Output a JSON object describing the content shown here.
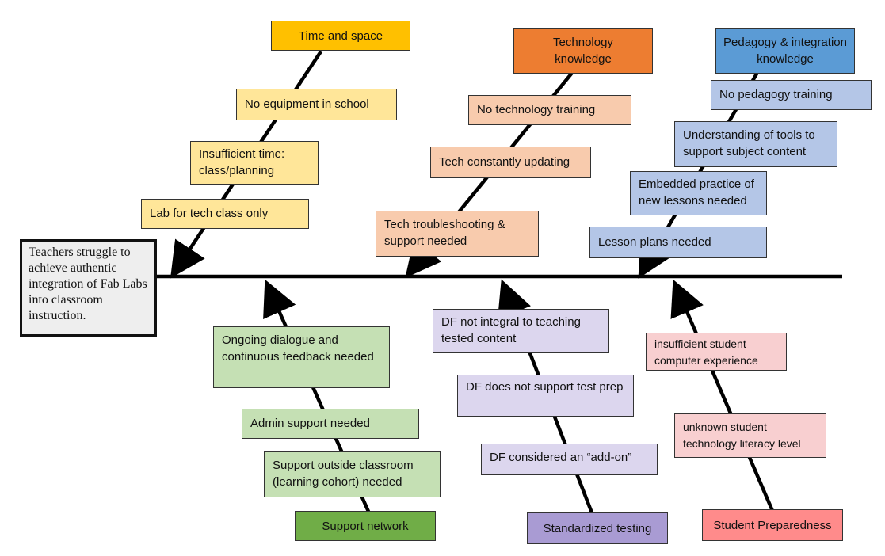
{
  "head": "Teachers struggle to achieve authentic integration of Fab Labs into classroom instruction.",
  "categories": {
    "time_space": "Time and space",
    "technology": "Technology knowledge",
    "pedagogy": "Pedagogy & integration knowledge",
    "support": "Support network",
    "testing": "Standardized testing",
    "preparedness": "Student Preparedness"
  },
  "causes": {
    "time_space": [
      "No equipment in school",
      "Insufficient time: class/planning",
      "Lab for tech class only"
    ],
    "technology": [
      "No technology training",
      "Tech constantly updating",
      "Tech troubleshooting & support needed"
    ],
    "pedagogy": [
      "No pedagogy training",
      "Understanding of tools to support subject content",
      "Embedded practice of new lessons needed",
      "Lesson plans needed"
    ],
    "support": [
      "Ongoing dialogue and continuous feedback needed",
      "Admin support needed",
      "Support outside classroom (learning cohort) needed"
    ],
    "testing": [
      "DF not integral to teaching tested content",
      "DF does not support test prep",
      "DF considered an “add-on”"
    ],
    "preparedness": [
      "insufficient student computer experience",
      "unknown student technology literacy level"
    ]
  },
  "colors": {
    "time_space": "#ffc000",
    "technology": "#ed7d31",
    "pedagogy": "#5b9bd5",
    "support": "#70ad47",
    "testing": "#a99bd3",
    "preparedness": "#ff8b8b"
  }
}
